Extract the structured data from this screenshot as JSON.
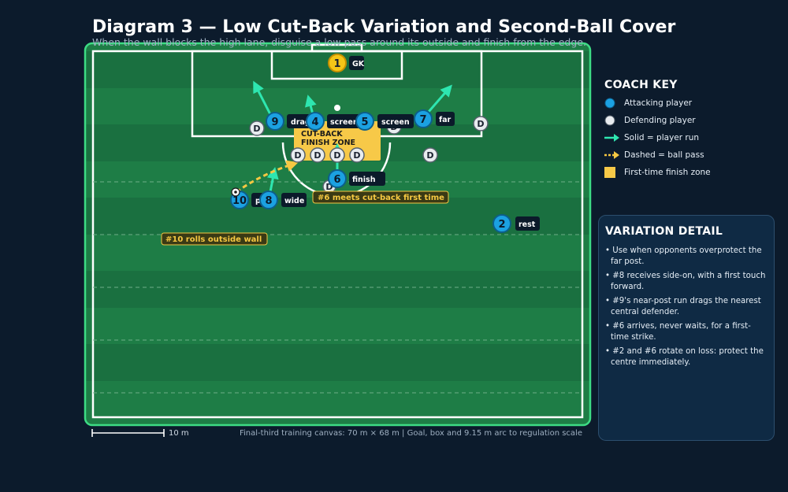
{
  "header": {
    "title": "Diagram 3 — Low Cut-Back Variation and Second-Ball Cover",
    "subtitle": "When the wall blocks the high lane, disguise a low pass around its outside and finish from the edge."
  },
  "colors": {
    "pitch_dark": "#1a6e3e",
    "pitch_light": "#1e7d46",
    "pitch_border": "#3ddc84",
    "attacker": "#1ba1e2",
    "defender": "#e8ecef",
    "gk": "#f5c518",
    "run_arrow": "#2ee6b0",
    "pass_arrow": "#f5c842",
    "finish_zone": "#f7c948",
    "label_bg": "#0b1a2a",
    "note_bg": "#3a3a14"
  },
  "pitch": {
    "zone_label": [
      "CUT-BACK",
      "FINISH ZONE"
    ],
    "annotations": [
      {
        "id": "meets",
        "text": "#6 meets cut-back first time"
      },
      {
        "id": "rolls",
        "text": "#10 rolls outside wall"
      }
    ],
    "attackers": [
      {
        "number": "1",
        "label": "GK",
        "role": "goalkeeper"
      },
      {
        "number": "9",
        "label": "drag"
      },
      {
        "number": "4",
        "label": "screen"
      },
      {
        "number": "5",
        "label": "screen"
      },
      {
        "number": "7",
        "label": "far"
      },
      {
        "number": "6",
        "label": "finish"
      },
      {
        "number": "10",
        "label": "pass"
      },
      {
        "number": "8",
        "label": "wide"
      },
      {
        "number": "2",
        "label": "rest"
      }
    ],
    "defender_mark": "D"
  },
  "key": {
    "title": "COACH KEY",
    "items": [
      {
        "icon": "attacking-player-icon",
        "label": "Attacking player"
      },
      {
        "icon": "defending-player-icon",
        "label": "Defending player"
      },
      {
        "icon": "solid-arrow-icon",
        "label": "Solid = player run"
      },
      {
        "icon": "dashed-arrow-icon",
        "label": "Dashed = ball pass"
      },
      {
        "icon": "finish-zone-icon",
        "label": "First-time finish zone"
      }
    ]
  },
  "detail": {
    "title": "VARIATION DETAIL",
    "items": [
      "• Use when opponents overprotect the far post.",
      "• #8 receives side-on, with a first touch forward.",
      "• #9's near-post run drags the nearest central defender.",
      "• #6 arrives, never waits, for a first-time strike.",
      "• #2 and #6 rotate on loss: protect the centre immediately."
    ]
  },
  "footer": {
    "scale": "10 m",
    "note": "Final-third training canvas: 70 m × 68 m | Goal, box and 9.15 m arc to regulation scale"
  }
}
